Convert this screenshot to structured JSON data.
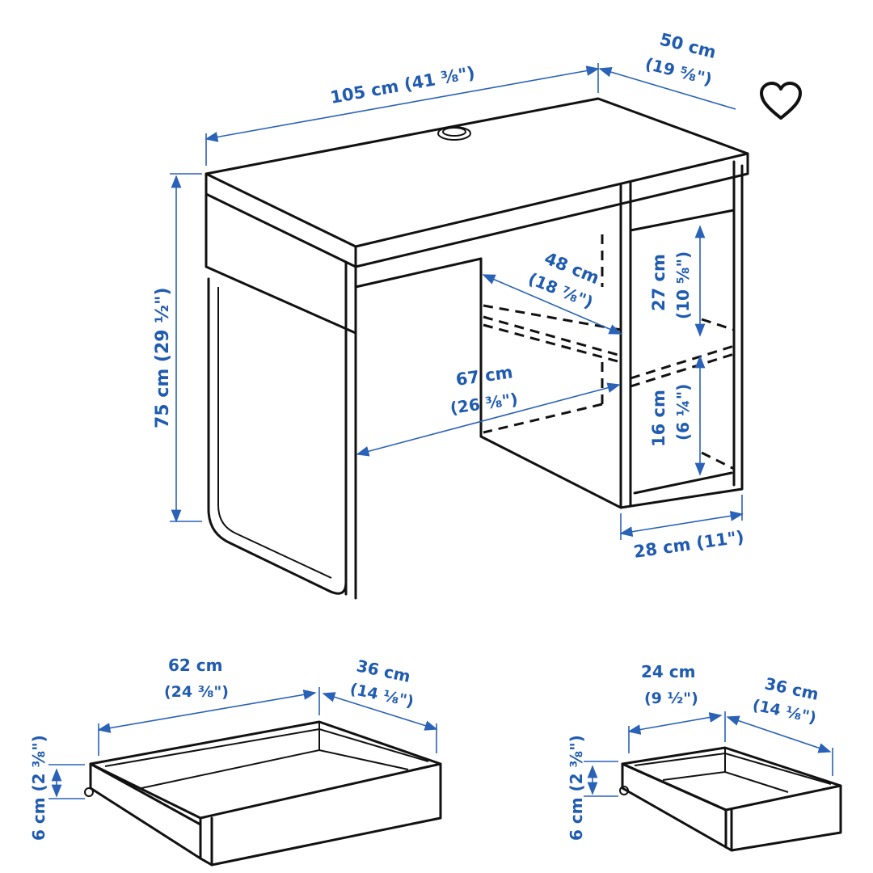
{
  "desk": {
    "width": "105 cm (41 ⅜\")",
    "depth_cm": "50 cm",
    "depth_in": "(19 ⅝\")",
    "height": "75 cm (29 ½\")",
    "shelf_depth_cm": "48 cm",
    "shelf_depth_in": "(18 ⅞\")",
    "leg_clearance_cm": "67 cm",
    "leg_clearance_in": "(26 ⅜\")",
    "upper_compartment_cm": "27 cm",
    "upper_compartment_in": "(10 ⅝\")",
    "lower_compartment_cm": "16 cm",
    "lower_compartment_in": "(6 ¼\")",
    "cabinet_width": "28 cm (11\")"
  },
  "large_drawer": {
    "width_cm": "62 cm",
    "width_in": "(24 ⅜\")",
    "depth_cm": "36 cm",
    "depth_in": "(14 ⅛\")",
    "height": "6 cm (2 ⅜\")"
  },
  "small_drawer": {
    "width_cm": "24 cm",
    "width_in": "(9 ½\")",
    "depth_cm": "36 cm",
    "depth_in": "(14 ⅛\")",
    "height": "6 cm (2 ⅜\")"
  },
  "favorite": {
    "icon": "heart-icon"
  },
  "colors": {
    "dimension": "#1f5bb0",
    "line": "#111111"
  }
}
